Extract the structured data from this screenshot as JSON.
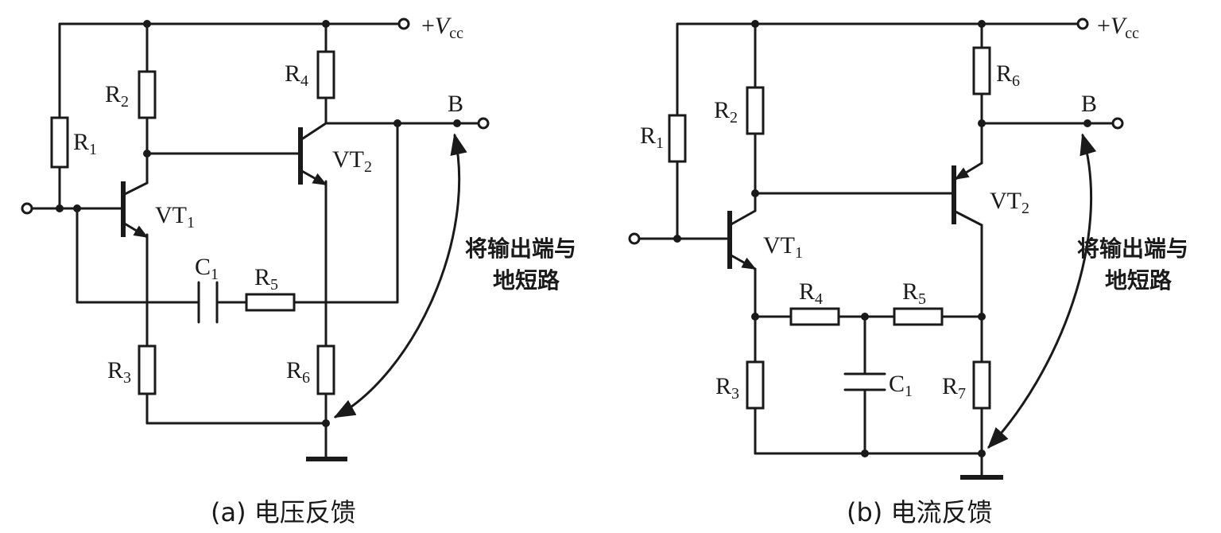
{
  "circuit_a": {
    "caption": "(a) 电压反馈",
    "vcc_sign": "+",
    "vcc_main": "V",
    "vcc_sub": "cc",
    "output_label": "B",
    "annotation_line1": "将输出端与",
    "annotation_line2": "地短路",
    "components": {
      "R1": {
        "main": "R",
        "sub": "1"
      },
      "R2": {
        "main": "R",
        "sub": "2"
      },
      "R3": {
        "main": "R",
        "sub": "3"
      },
      "R4": {
        "main": "R",
        "sub": "4"
      },
      "R5": {
        "main": "R",
        "sub": "5"
      },
      "R6": {
        "main": "R",
        "sub": "6"
      },
      "C1": {
        "main": "C",
        "sub": "1"
      },
      "VT1": {
        "main": "VT",
        "sub": "1"
      },
      "VT2": {
        "main": "VT",
        "sub": "2"
      }
    }
  },
  "circuit_b": {
    "caption": "(b) 电流反馈",
    "vcc_sign": "+",
    "vcc_main": "V",
    "vcc_sub": "cc",
    "output_label": "B",
    "annotation_line1": "将输出端与",
    "annotation_line2": "地短路",
    "components": {
      "R1": {
        "main": "R",
        "sub": "1"
      },
      "R2": {
        "main": "R",
        "sub": "2"
      },
      "R3": {
        "main": "R",
        "sub": "3"
      },
      "R4": {
        "main": "R",
        "sub": "4"
      },
      "R5": {
        "main": "R",
        "sub": "5"
      },
      "R6": {
        "main": "R",
        "sub": "6"
      },
      "R7": {
        "main": "R",
        "sub": "7"
      },
      "C1": {
        "main": "C",
        "sub": "1"
      },
      "VT1": {
        "main": "VT",
        "sub": "1"
      },
      "VT2": {
        "main": "VT",
        "sub": "2"
      }
    }
  }
}
